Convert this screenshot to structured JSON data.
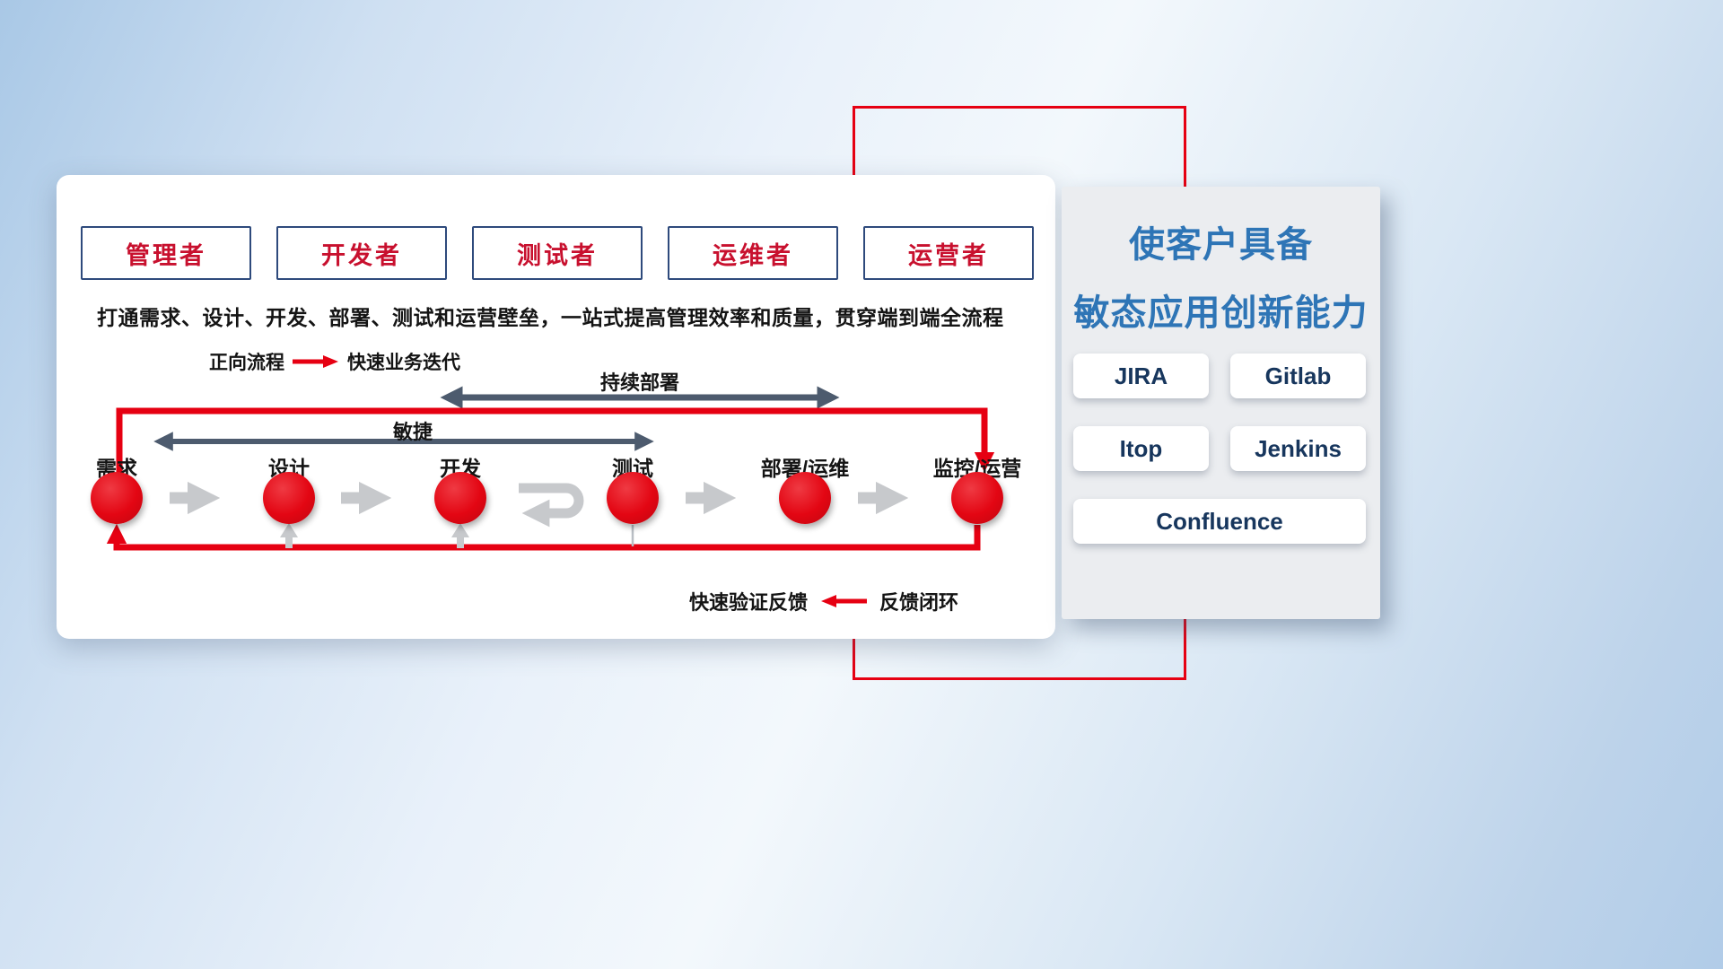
{
  "roles": [
    "管理者",
    "开发者",
    "测试者",
    "运维者",
    "运营者"
  ],
  "description": "打通需求、设计、开发、部署、测试和运营壁垒，一站式提高管理效率和质量，贯穿端到端全流程",
  "legends": {
    "forward_label": "正向流程",
    "forward_value": "快速业务迭代",
    "feedback_label": "快速验证反馈",
    "feedback_value": "反馈闭环"
  },
  "flow": {
    "continuous_deploy": "持续部署",
    "agile": "敏捷",
    "nodes": [
      "需求",
      "设计",
      "开发",
      "测试",
      "部署/运维",
      "监控/运营"
    ]
  },
  "panel": {
    "title_line1": "使客户具备",
    "title_line2": "敏态应用创新能力",
    "tools": [
      "JIRA",
      "Gitlab",
      "Itop",
      "Jenkins",
      "Confluence"
    ]
  },
  "colors": {
    "accent_red": "#e60012",
    "slate_arrow": "#4d5b6e",
    "gray_arrow": "#c7c9cc",
    "title_blue": "#2e75b6",
    "tool_text_navy": "#17365d",
    "role_text_red": "#c8102e",
    "role_border_navy": "#2e4a7c"
  }
}
